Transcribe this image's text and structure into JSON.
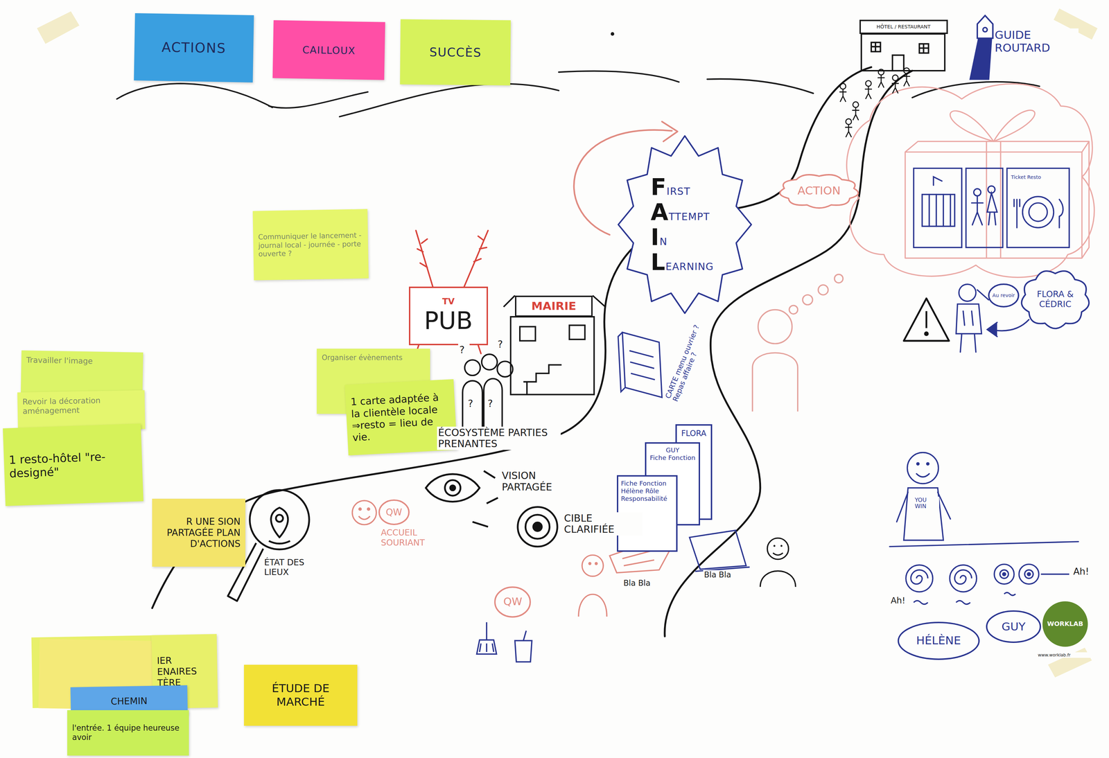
{
  "diagram": {
    "nodes": [
      {
        "text": [
          "Communiquer le lancement - journal local - journée - porte ouverte ?"
        ]
      },
      {
        "text": [
          "Organiser évènements"
        ]
      },
      {
        "text": [
          "1 carte adaptée à la clientèle locale ⇒resto = lieu de vie."
        ]
      },
      {
        "text": [
          "TV",
          "PUB"
        ]
      },
      {
        "text": [
          "MAIRIE"
        ]
      },
      {
        "text": [
          "Travailler l'image"
        ]
      },
      {
        "text": [
          "Revoir la décoration aménagement"
        ]
      },
      {
        "text": [
          "1 resto-hôtel \"re-designé\""
        ]
      },
      {
        "text": [
          "FIRST",
          "ATTEMPT",
          "IN",
          "LEARNING"
        ]
      },
      {
        "text": [
          "ACTION"
        ]
      },
      {
        "text": [
          "HÔTEL / RESTAURANT"
        ]
      },
      {
        "text": [
          "FLORA"
        ]
      },
      {
        "text": [
          "GUY",
          "Fiche Fonction"
        ]
      },
      {
        "text": [
          "Fiche Fonction",
          "Hélène Rôle Responsabilité"
        ]
      },
      {
        "text": [
          "R UNE SION PARTAGÉE PLAN D'ACTIONS"
        ]
      },
      {
        "text": [
          "QW"
        ]
      },
      {
        "text": [
          "QW"
        ]
      },
      {
        "text": [
          "Au revoir"
        ]
      },
      {
        "text": [
          "FLORA & CÉDRIC"
        ]
      },
      {
        "text": [
          "IER ENAIRES TÈRE"
        ]
      },
      {
        "text": [
          "CHEMIN"
        ]
      },
      {
        "text": [
          "l'entrée. 1 équipe heureuse avoir"
        ]
      },
      {
        "text": [
          "ÉTUDE DE MARCHÉ"
        ]
      },
      {
        "text": [
          "HÉLÈNE"
        ]
      },
      {
        "text": [
          "GUY"
        ]
      },
      {
        "text": [
          "WORKLAB"
        ]
      }
    ],
    "labels": [
      "ÉCOSYSTÈME PARTIES PRENANTES",
      "VISION PARTAGÉE",
      "CIBLE CLARIFIÉE",
      "ÉTAT DES LIEUX",
      "ACCUEIL SOURIANT",
      "Bla Bla",
      "Bla Bla",
      "CARTE menu ouvrier ? Repas affaire ?",
      "GUIDE ROUTARD",
      "Ticket Resto",
      "YOU WIN",
      "Ah!",
      "Ah!",
      "www.worklab.fr",
      "?",
      "?",
      "?",
      "?"
    ],
    "legend": [
      {
        "text": "ACTIONS",
        "color": "#3a9fe0"
      },
      {
        "text": "CAILLOUX",
        "color": "#ff4fa6"
      },
      {
        "text": "SUCCÈS",
        "color": "#d7f25c"
      }
    ]
  }
}
